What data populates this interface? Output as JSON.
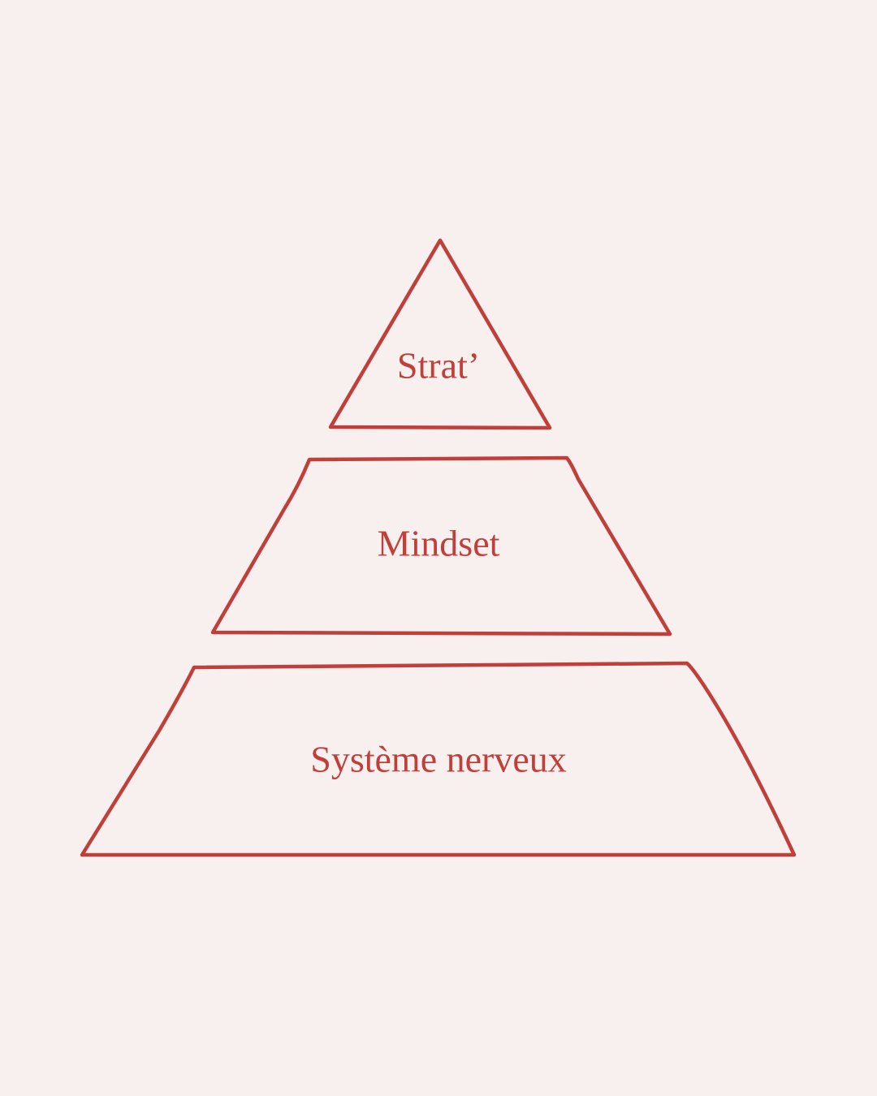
{
  "pyramid": {
    "tiers": [
      {
        "label": "Strat’"
      },
      {
        "label": "Mindset"
      },
      {
        "label": "Système nerveux"
      }
    ]
  },
  "colors": {
    "background": "#f8f0ee",
    "accent": "#c13f3a"
  }
}
